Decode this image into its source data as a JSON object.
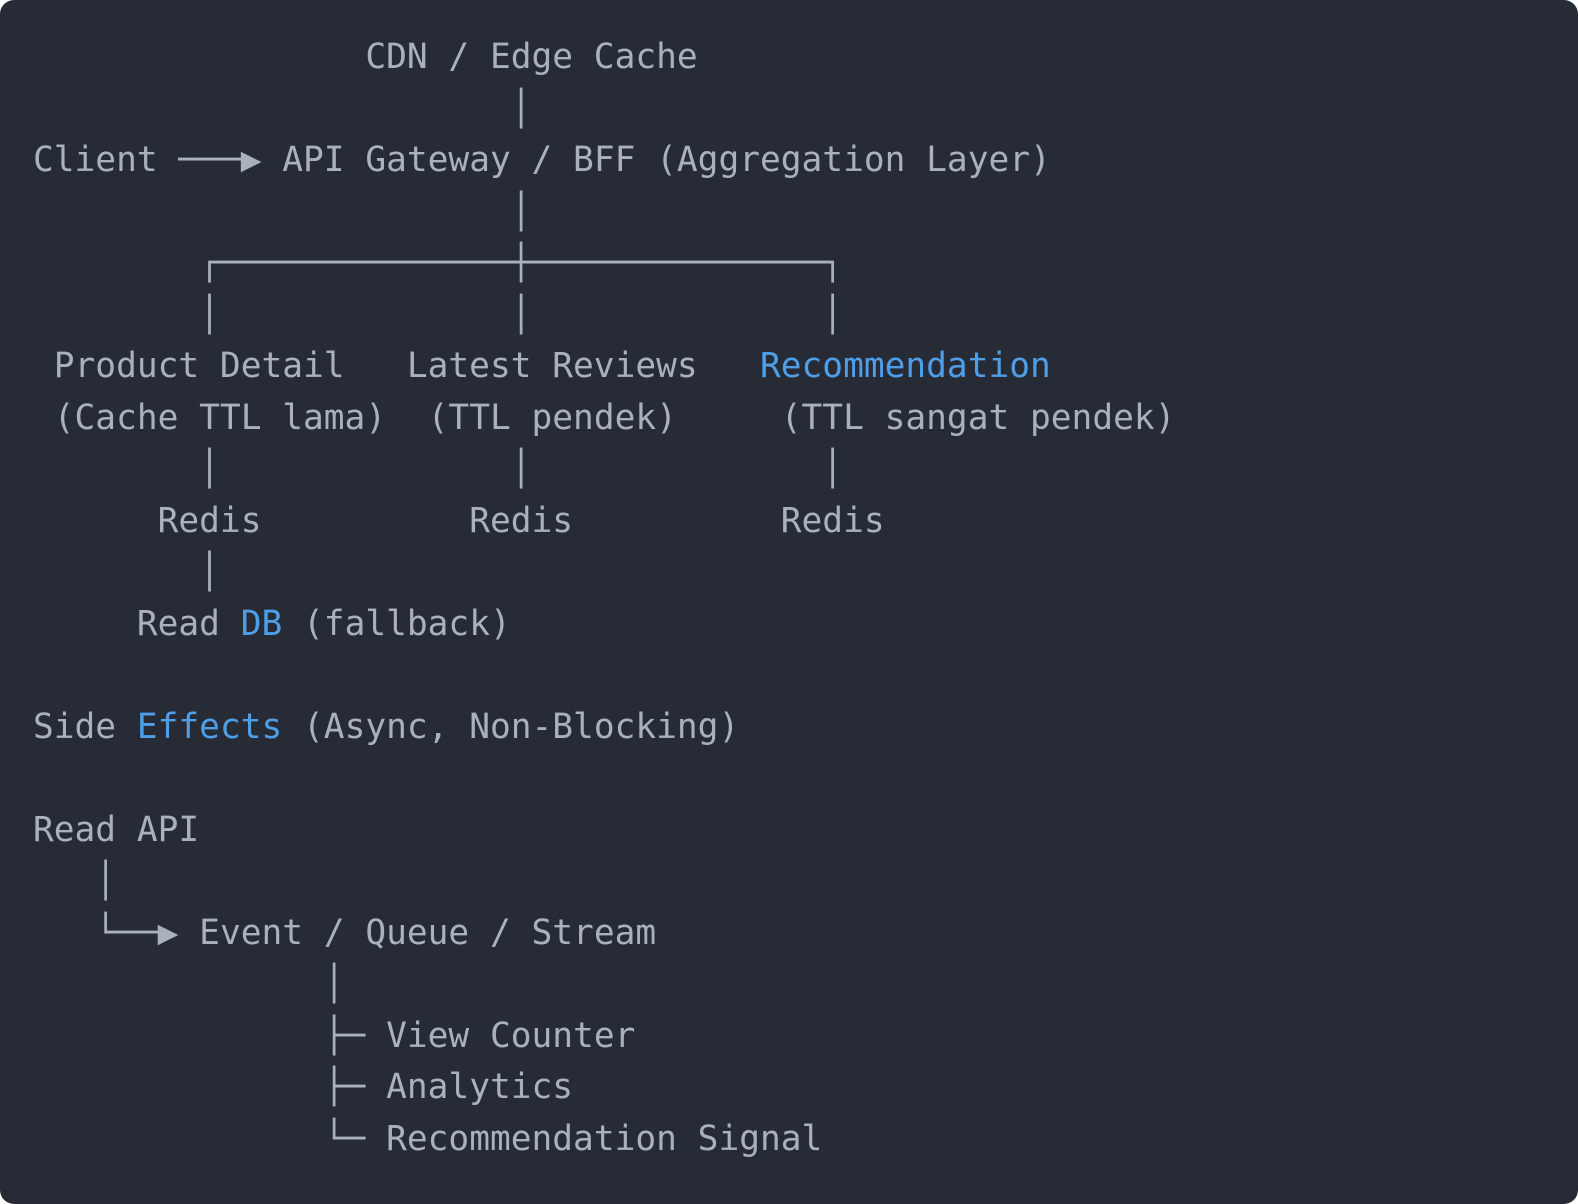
{
  "colors": {
    "page_background": "#ffffff",
    "panel_background": "#262b36",
    "foreground": "#a9b1bd",
    "accent": "#4f9ee8"
  },
  "diagram": {
    "lines": [
      [
        {
          "t": "                CDN / Edge Cache",
          "n": "node-cdn-edge-cache"
        }
      ],
      [
        {
          "t": "                       │",
          "n": "connector-vertical"
        }
      ],
      [
        {
          "t": "Client ",
          "n": "node-client"
        },
        {
          "t": "───▶ ",
          "n": "arrow-right-icon"
        },
        {
          "t": "API Gateway / BFF (Aggregation Layer)",
          "n": "node-api-gateway-bff"
        }
      ],
      [
        {
          "t": "                       │",
          "n": "connector-vertical"
        }
      ],
      [
        {
          "t": "        ┌──────────────┼──────────────┐",
          "n": "connector-branch"
        }
      ],
      [
        {
          "t": "        │              │              │",
          "n": "connector-verticals"
        }
      ],
      [
        {
          "t": " Product Detail",
          "n": "node-product-detail"
        },
        {
          "t": "   Latest Reviews",
          "n": "node-latest-reviews"
        },
        {
          "t": "   Recommendation",
          "c": "accent",
          "n": "node-recommendation"
        }
      ],
      [
        {
          "t": " (Cache TTL lama)",
          "n": "label-cache-ttl-lama"
        },
        {
          "t": "  (TTL pendek)",
          "n": "label-ttl-pendek"
        },
        {
          "t": "     (TTL sangat pendek)",
          "n": "label-ttl-sangat-pendek"
        }
      ],
      [
        {
          "t": "        │              │              │",
          "n": "connector-verticals"
        }
      ],
      [
        {
          "t": "      Redis",
          "n": "node-redis-product"
        },
        {
          "t": "          Redis",
          "n": "node-redis-reviews"
        },
        {
          "t": "          Redis",
          "n": "node-redis-recommendation"
        }
      ],
      [
        {
          "t": "        │",
          "n": "connector-vertical"
        }
      ],
      [
        {
          "t": "     Read ",
          "n": "node-read-db"
        },
        {
          "t": "DB",
          "c": "accent",
          "n": "accent-db"
        },
        {
          "t": " (fallback)",
          "n": "label-fallback"
        }
      ],
      [],
      [
        {
          "t": "Side ",
          "n": "heading-side-effects"
        },
        {
          "t": "Effects",
          "c": "accent",
          "n": "accent-effects"
        },
        {
          "t": " (Async, Non-Blocking)",
          "n": "label-async-non-blocking"
        }
      ],
      [],
      [
        {
          "t": "Read API",
          "n": "node-read-api"
        }
      ],
      [
        {
          "t": "   │",
          "n": "connector-vertical"
        }
      ],
      [
        {
          "t": "   └──▶ ",
          "n": "arrow-elbow-icon"
        },
        {
          "t": "Event / Queue / Stream",
          "n": "node-event-queue-stream"
        }
      ],
      [
        {
          "t": "              │",
          "n": "connector-vertical"
        }
      ],
      [
        {
          "t": "              ├─ ",
          "n": "connector-branch-tee"
        },
        {
          "t": "View Counter",
          "n": "node-view-counter"
        }
      ],
      [
        {
          "t": "              ├─ ",
          "n": "connector-branch-tee"
        },
        {
          "t": "Analytics",
          "n": "node-analytics"
        }
      ],
      [
        {
          "t": "              └─ ",
          "n": "connector-branch-end"
        },
        {
          "t": "Recommendation Signal",
          "n": "node-recommendation-signal"
        }
      ]
    ]
  }
}
